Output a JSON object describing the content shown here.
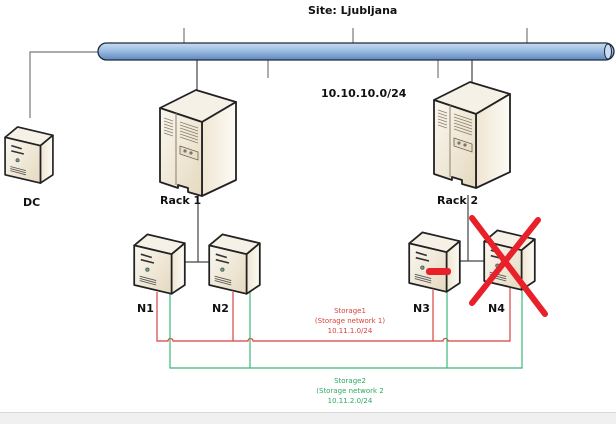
{
  "title": "Site: Ljubljana",
  "main_network": {
    "subnet": "10.10.10.0/24"
  },
  "nodes": {
    "dc": {
      "label": "DC"
    },
    "rack1": {
      "label": "Rack 1"
    },
    "rack2": {
      "label": "Rack 2"
    },
    "n1": {
      "label": "N1"
    },
    "n2": {
      "label": "N2"
    },
    "n3": {
      "label": "N3",
      "status": "degraded"
    },
    "n4": {
      "label": "N4",
      "status": "failed"
    }
  },
  "storage1": {
    "name": "Storage1",
    "desc": "(Storage network 1)",
    "subnet": "10.11.1.0/24",
    "color": "#d9423f"
  },
  "storage2": {
    "name": "Storage2",
    "desc": "(Storage network 2",
    "subnet": "10.11.2.0/24",
    "color": "#2fa860"
  },
  "colors": {
    "bus": "#7ea6d6",
    "server": "#f1eadb",
    "alert": "#e8202a"
  }
}
